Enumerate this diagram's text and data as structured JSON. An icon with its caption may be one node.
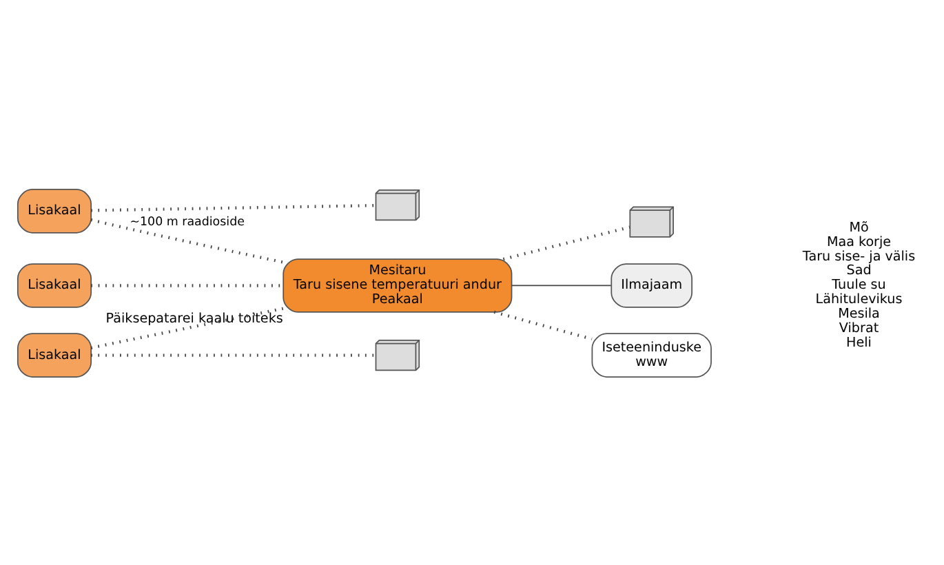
{
  "diagram": {
    "nodes": [
      {
        "text": [
          "Lisakaal"
        ]
      },
      {
        "text": [],
        "shape": "picture"
      },
      {
        "text": [
          "Lisakaal"
        ]
      },
      {
        "text": [],
        "shape": "picture"
      },
      {
        "text": [
          "Lisakaal"
        ]
      },
      {
        "text": [
          "Mesitaru",
          "Taru sisene temperatuuri andur",
          "Peakaal"
        ],
        "beside": [
          "Päiksepatarei kaalu toiteks"
        ]
      },
      {
        "text": [],
        "shape": "picture"
      },
      {
        "text": [
          "Ilmajaam"
        ]
      },
      {
        "text": [
          "Iseteeninduske",
          "www"
        ]
      }
    ],
    "edges": [
      {
        "from": 0,
        "to": 1,
        "arrow": "none",
        "style": "dashed"
      },
      {
        "from": 2,
        "to": 3,
        "arrow": "none",
        "style": "dashed"
      },
      {
        "from": 0,
        "to": 5,
        "arrow": "none",
        "style": "dashed"
      },
      {
        "from": 2,
        "to": 5,
        "arrow": "none",
        "style": "dashed",
        "label": "~100 m raadioside"
      },
      {
        "from": 4,
        "to": 5,
        "arrow": "none",
        "style": "dashed"
      },
      {
        "from": 5,
        "to": 6,
        "arrow": "none",
        "style": "dashed"
      },
      {
        "from": 5,
        "to": 8,
        "arrow": "none",
        "style": "dashed"
      },
      {
        "from": 5,
        "to": 7,
        "arrow": "none"
      }
    ],
    "labels": [
      "Mõ",
      "Maa korje",
      "Taru sise- ja välis",
      "Sad",
      "Tuule su",
      "Lähitulevikus",
      "Mesila",
      "Vibrat",
      "Heli"
    ]
  }
}
